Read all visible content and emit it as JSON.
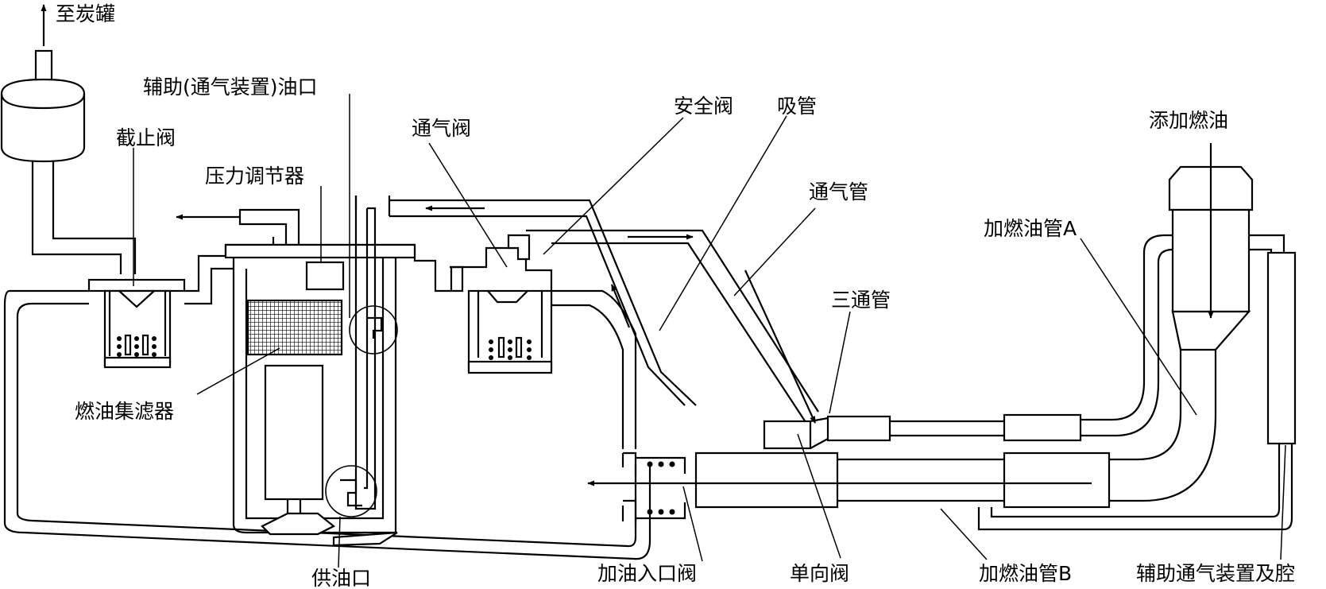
{
  "labels": {
    "to_canister": "至炭罐",
    "aux_vent_port": "辅助(通气装置)油口",
    "cutoff_valve": "截止阀",
    "pressure_regulator": "压力调节器",
    "vent_valve": "通气阀",
    "safety_valve": "安全阀",
    "suction_pipe": "吸管",
    "vent_pipe": "通气管",
    "add_fuel": "添加燃油",
    "filler_pipe_a": "加燃油管A",
    "tee_pipe": "三通管",
    "fuel_strainer": "燃油集滤器",
    "supply_port": "供油口",
    "filler_inlet_valve": "加油入口阀",
    "check_valve": "单向阀",
    "filler_pipe_b": "加燃油管B",
    "aux_vent_device": "辅助通气装置及腔"
  }
}
